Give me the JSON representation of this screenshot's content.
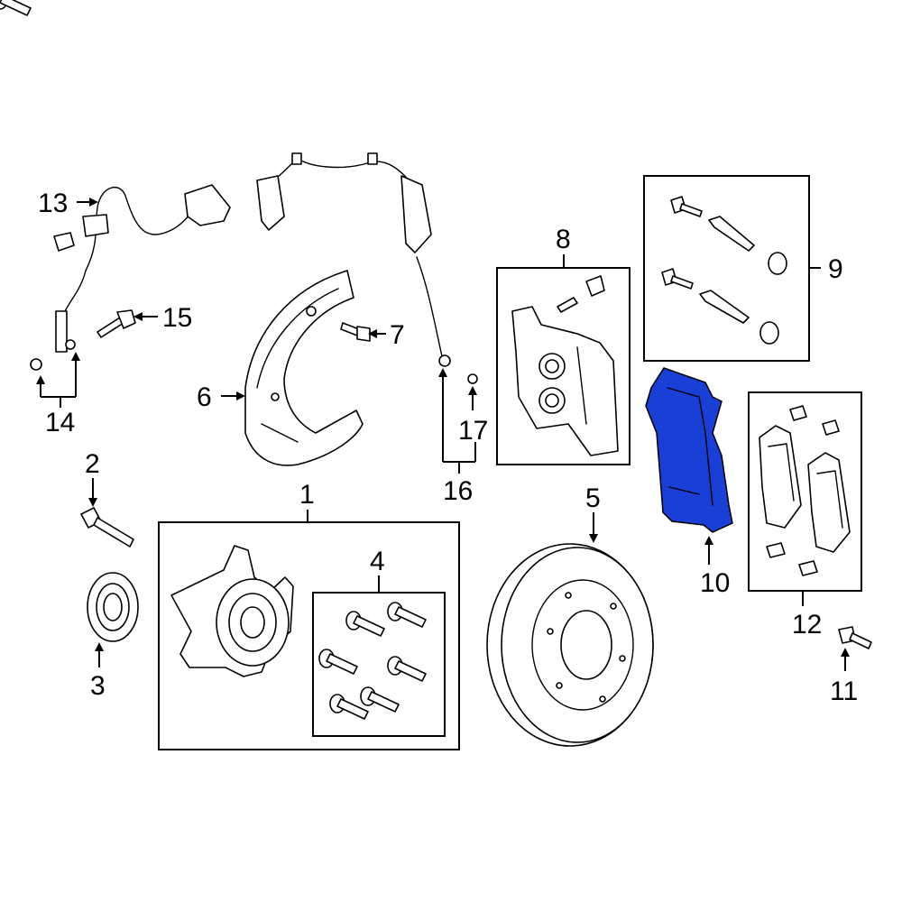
{
  "diagram": {
    "highlight_color": "#1a3fd6",
    "highlighted_part": "10",
    "callouts": {
      "c1": "1",
      "c2": "2",
      "c3": "3",
      "c4": "4",
      "c5": "5",
      "c6": "6",
      "c7": "7",
      "c8": "8",
      "c9": "9",
      "c10": "10",
      "c11": "11",
      "c12": "12",
      "c13": "13",
      "c14": "14",
      "c15": "15",
      "c16": "16",
      "c17": "17"
    }
  }
}
